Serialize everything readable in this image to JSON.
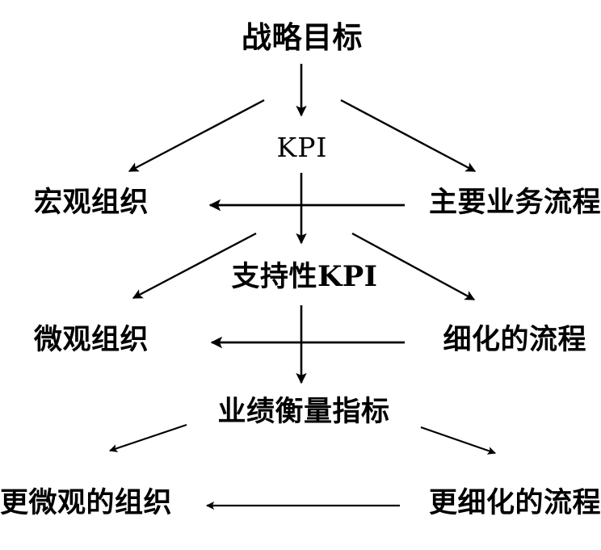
{
  "diagram": {
    "title": "战略目标",
    "levels": [
      {
        "id": "level-1",
        "center": "战略目标"
      },
      {
        "id": "level-2",
        "center": "KPI"
      },
      {
        "id": "level-3",
        "left": "宏观组织",
        "right": "主要业务流程"
      },
      {
        "id": "level-4",
        "center": "支持性KPI"
      },
      {
        "id": "level-5",
        "left": "微观组织",
        "right": "细化的流程"
      },
      {
        "id": "level-6",
        "center": "业绩衡量指标"
      },
      {
        "id": "level-7",
        "left": "更微观的组织",
        "right": "更细化的流程"
      }
    ],
    "nodes": {
      "strategic_goal": "战略目标",
      "kpi": "KPI",
      "macro_org": "宏观组织",
      "main_process": "主要业务流程",
      "supporting_kpi": "支持性KPI",
      "micro_org": "微观组织",
      "detailed_process": "细化的流程",
      "performance_metrics": "业绩衡量指标",
      "finer_org": "更微观的组织",
      "finer_process": "更细化的流程"
    },
    "colors": {
      "stroke": "#000000",
      "text": "#000000",
      "background": "#ffffff"
    }
  }
}
